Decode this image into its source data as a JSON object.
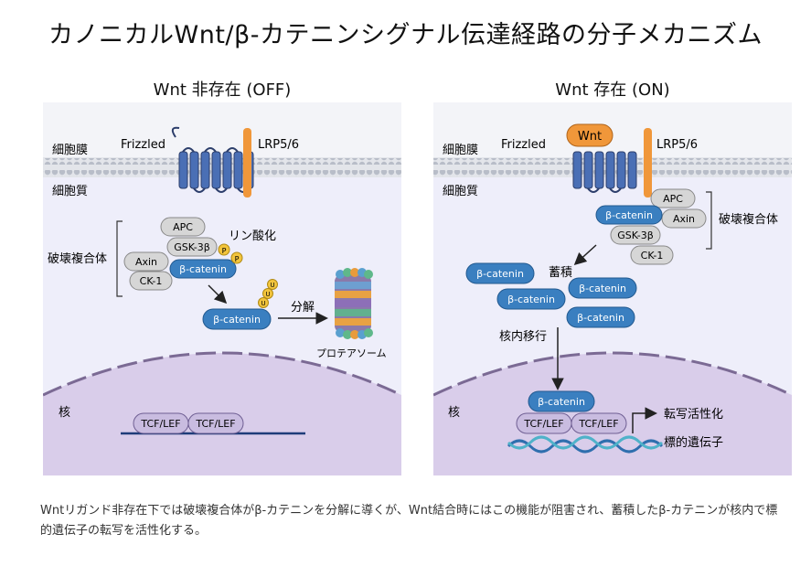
{
  "title": "カノニカルWnt/β-カテニンシグナル伝達経路の分子メカニズム",
  "left": {
    "heading": "Wnt 非存在 (OFF)",
    "membrane": "細胞膜",
    "cytoplasm": "細胞質",
    "frizzled": "Frizzled",
    "lrp": "LRP5/6",
    "complex": "破壊複合体",
    "apc": "APC",
    "gsk": "GSK-3β",
    "axin": "Axin",
    "ck1": "CK-1",
    "bcat1": "β-catenin",
    "bcat2": "β-catenin",
    "phospho": "リン酸化",
    "p": "P",
    "u": "U",
    "degrade": "分解",
    "proteasome": "プロテアソーム",
    "nucleus": "核",
    "tcf1": "TCF/LEF",
    "tcf2": "TCF/LEF"
  },
  "right": {
    "heading": "Wnt 存在 (ON)",
    "membrane": "細胞膜",
    "cytoplasm": "細胞質",
    "frizzled": "Frizzled",
    "wnt": "Wnt",
    "lrp": "LRP5/6",
    "complex": "破壊複合体",
    "apc": "APC",
    "axin": "Axin",
    "gsk": "GSK-3β",
    "ck1": "CK-1",
    "bcat_complex": "β-catenin",
    "accumulate": "蓄積",
    "bcat_a": "β-catenin",
    "bcat_b": "β-catenin",
    "bcat_c": "β-catenin",
    "bcat_d": "β-catenin",
    "translocate": "核内移行",
    "nucleus": "核",
    "bcat_nuc": "β-catenin",
    "tcf1": "TCF/LEF",
    "tcf2": "TCF/LEF",
    "activation": "転写活性化",
    "target_genes": "標的遺伝子"
  },
  "caption": "Wntリガンド非存在下では破壊複合体がβ-カテニンを分解に導くが、Wnt結合時にはこの機能が阻害され、蓄積したβ-カテニンが核内で標的遺伝子の転写を活性化する。",
  "colors": {
    "receptor": "#4a6fb5",
    "lrp": "#f0973a",
    "bcat": "#3a7fc0",
    "grey_protein": "#d6d6d6",
    "phospho": "#f2c43c",
    "nucleus": "#d9cdea",
    "cytoplasm": "#eeeefa",
    "tcf": "#c9bce0",
    "dna_a": "#2f6fae",
    "dna_b": "#4fb2c9"
  }
}
